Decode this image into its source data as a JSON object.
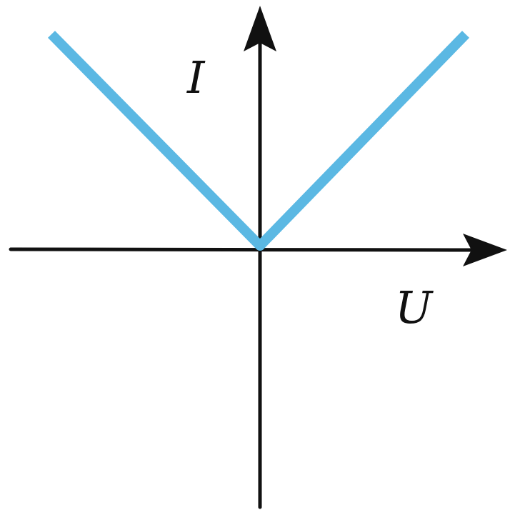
{
  "axes": {
    "y_label": "I",
    "x_label": "U"
  },
  "curve": {
    "shape": "V",
    "color": "#5bb8e3"
  },
  "colors": {
    "axis": "#111111",
    "background": "#ffffff"
  }
}
